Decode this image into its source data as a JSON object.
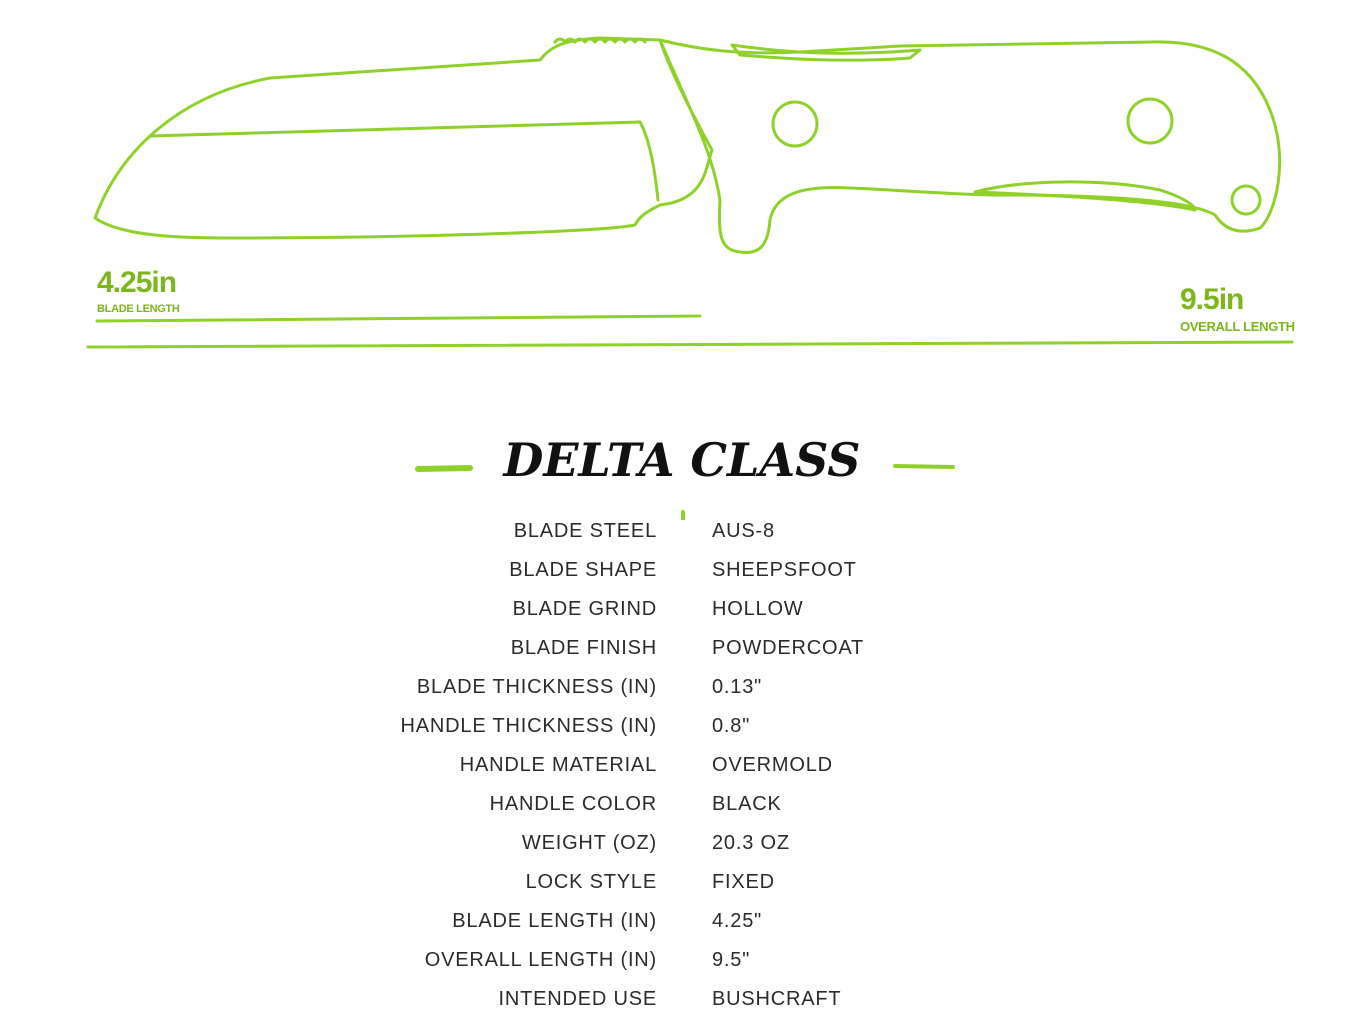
{
  "accent_color": "#8fd12a",
  "measurements": {
    "blade": {
      "value": "4.25in",
      "label": "BLADE LENGTH"
    },
    "overall": {
      "value": "9.5in",
      "label": "OVERALL LENGTH"
    }
  },
  "title": "DELTA CLASS",
  "specs": [
    {
      "label": "BLADE STEEL",
      "value": "AUS-8"
    },
    {
      "label": "BLADE SHAPE",
      "value": "SHEEPSFOOT"
    },
    {
      "label": "BLADE GRIND",
      "value": "HOLLOW"
    },
    {
      "label": "BLADE FINISH",
      "value": "POWDERCOAT"
    },
    {
      "label": "BLADE THICKNESS (IN)",
      "value": "0.13\""
    },
    {
      "label": "HANDLE THICKNESS (IN)",
      "value": "0.8\""
    },
    {
      "label": "HANDLE MATERIAL",
      "value": "OVERMOLD"
    },
    {
      "label": "HANDLE COLOR",
      "value": "BLACK"
    },
    {
      "label": "WEIGHT (OZ)",
      "value": "20.3 OZ"
    },
    {
      "label": "LOCK STYLE",
      "value": "FIXED"
    },
    {
      "label": "BLADE LENGTH (IN)",
      "value": "4.25\""
    },
    {
      "label": "OVERALL LENGTH (IN)",
      "value": "9.5\""
    },
    {
      "label": "INTENDED USE",
      "value": "BUSHCRAFT"
    }
  ]
}
